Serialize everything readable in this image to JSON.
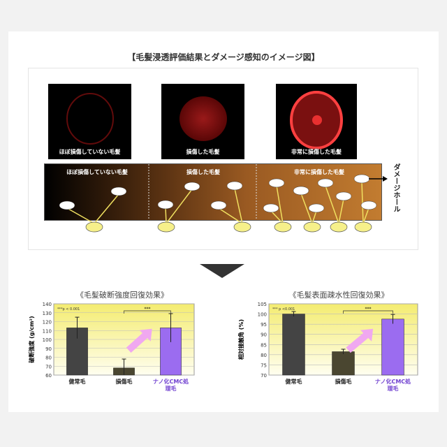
{
  "title": "【毛髪浸透評価結果とダメージ感知のイメージ図】",
  "photos": [
    {
      "caption": "ほぼ損傷していない毛髪"
    },
    {
      "caption": "損傷した毛髪"
    },
    {
      "caption": "非常に損傷した毛髪"
    }
  ],
  "strip": {
    "sections": [
      "ほぼ損傷していない毛髪",
      "損傷した毛髪",
      "非常に損傷した毛髪"
    ],
    "damage_hole_label": "ダメージホール"
  },
  "chart_data": [
    {
      "type": "bar",
      "title": "《毛髪破断強度回復効果》",
      "ylabel": "破断強度 (g/cm²)",
      "ylim": [
        60,
        140
      ],
      "yticks": [
        60,
        70,
        80,
        90,
        100,
        110,
        120,
        130,
        140
      ],
      "categories": [
        "健常毛",
        "損傷毛",
        "ナノ化CMC処理毛"
      ],
      "values": [
        113,
        68,
        113
      ],
      "errors": [
        12,
        10,
        16
      ],
      "colors": [
        "#444444",
        "#4a4630",
        "#9b6cf0"
      ],
      "annotation": "***p < 0.001",
      "significance": "***",
      "grid": true
    },
    {
      "type": "bar",
      "title": "《毛髪表面疎水性回復効果》",
      "ylabel": "相対接触角 (%)",
      "ylim": [
        70,
        105
      ],
      "yticks": [
        70,
        75,
        80,
        85,
        90,
        95,
        100,
        105
      ],
      "categories": [
        "健常毛",
        "損傷毛",
        "ナノ化CMC処理毛"
      ],
      "values": [
        100,
        81.5,
        97.5
      ],
      "errors": [
        1.2,
        1.2,
        2.3
      ],
      "colors": [
        "#444444",
        "#4a4630",
        "#9b6cf0"
      ],
      "annotation": "*** p <0.001",
      "significance": "***",
      "grid": true
    }
  ]
}
